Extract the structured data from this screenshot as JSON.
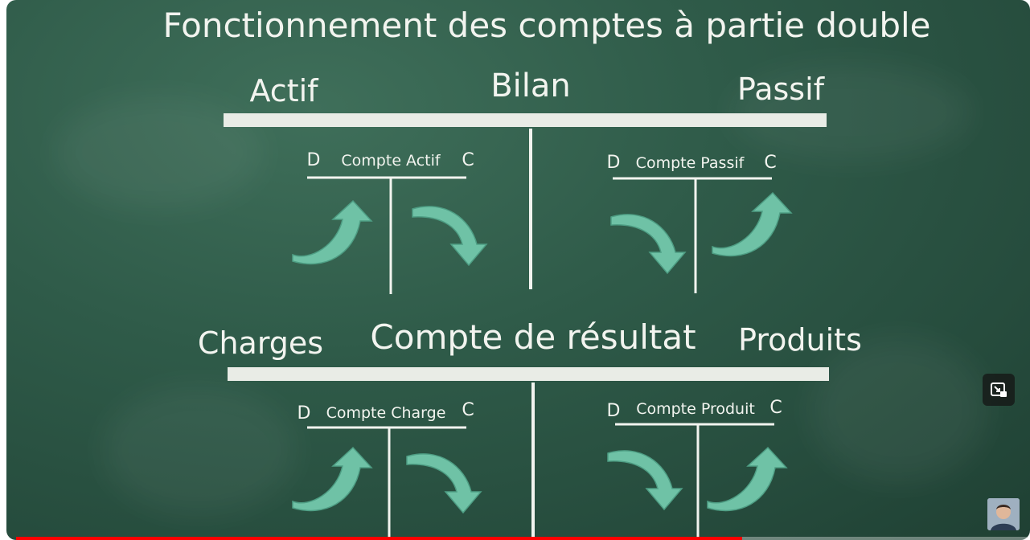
{
  "slide": {
    "title": "Fonctionnement des comptes à partie double",
    "bilan": {
      "label": "Bilan",
      "left": "Actif",
      "right": "Passif"
    },
    "resultat": {
      "label": "Compte de résultat",
      "left": "Charges",
      "right": "Produits"
    },
    "accounts": [
      {
        "name": "Compte Actif",
        "debit": "D",
        "credit": "C"
      },
      {
        "name": "Compte Passif",
        "debit": "D",
        "credit": "C"
      },
      {
        "name": "Compte Charge",
        "debit": "D",
        "credit": "C"
      },
      {
        "name": "Compte Produit",
        "debit": "D",
        "credit": "C"
      }
    ]
  },
  "player": {
    "progress_fraction": 0.718,
    "progress_color": "#ff0000",
    "miniplayer_icon": "picture-in-picture-icon",
    "avatar_icon": "channel-avatar"
  },
  "colors": {
    "board": "#2f5b49",
    "chalk": "#f2f4ef",
    "arrow": "#6fc2a6"
  }
}
